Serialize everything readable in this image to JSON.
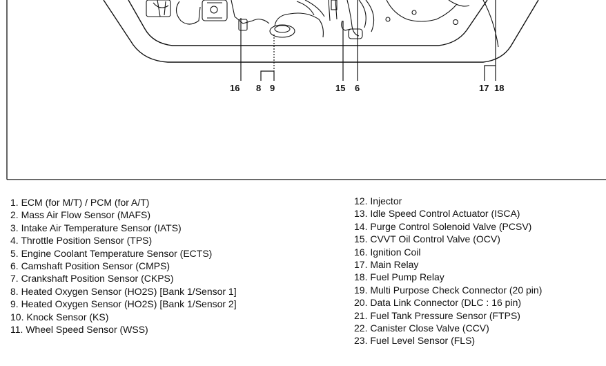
{
  "callouts": {
    "c16": "16",
    "c8": "8",
    "c9": "9",
    "c15": "15",
    "c6": "6",
    "c17": "17",
    "c18": "18"
  },
  "legend_left": [
    "1. ECM (for M/T) / PCM (for A/T)",
    "2. Mass Air Flow Sensor (MAFS)",
    "3. Intake Air Temperature Sensor (IATS)",
    "4. Throttle Position Sensor (TPS)",
    "5. Engine Coolant Temperature Sensor (ECTS)",
    "6. Camshaft Position Sensor (CMPS)",
    "7. Crankshaft Position Sensor (CKPS)",
    "8. Heated Oxygen Sensor (HO2S) [Bank 1/Sensor 1]",
    "9. Heated Oxygen Sensor (HO2S) [Bank 1/Sensor 2]",
    "10. Knock Sensor (KS)",
    "11. Wheel Speed Sensor (WSS)"
  ],
  "legend_right": [
    "12. Injector",
    "13. Idle Speed Control Actuator (ISCA)",
    "14. Purge Control Solenoid Valve (PCSV)",
    "15. CVVT Oil Control Valve (OCV)",
    "16. Ignition Coil",
    "17. Main Relay",
    "18. Fuel Pump Relay",
    "19. Multi Purpose Check Connector (20 pin)",
    "20. Data Link Connector (DLC : 16 pin)",
    "21. Fuel Tank Pressure Sensor (FTPS)",
    "22. Canister Close Valve (CCV)",
    "23. Fuel Level Sensor (FLS)"
  ]
}
